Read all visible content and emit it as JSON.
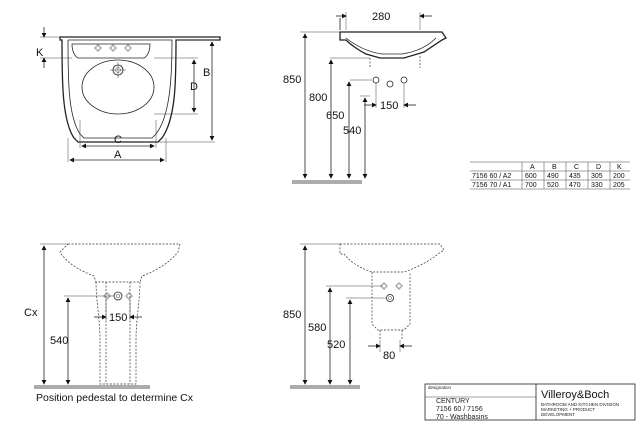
{
  "views": {
    "top": {
      "dims": {
        "k": "K",
        "b": "B",
        "d": "D",
        "c": "C",
        "a": "A"
      }
    },
    "side": {
      "dims": {
        "width_top": "280",
        "h1": "850",
        "h2": "800",
        "h3": "650",
        "h4": "540",
        "spacing": "150"
      }
    },
    "pedestal_front": {
      "dims": {
        "cx": "Cx",
        "h": "540",
        "spacing": "150"
      }
    },
    "pedestal_side": {
      "dims": {
        "h1": "850",
        "h2": "580",
        "h3": "520",
        "depth": "80"
      }
    }
  },
  "table": {
    "headers": [
      "",
      "A",
      "B",
      "C",
      "D",
      "K"
    ],
    "rows": [
      [
        "7156 60 / A2",
        "600",
        "490",
        "435",
        "305",
        "200"
      ],
      [
        "7156 70 / A1",
        "700",
        "520",
        "470",
        "330",
        "205"
      ]
    ]
  },
  "note": "Position pedestal to determine Cx",
  "title_block": {
    "designation_label": "designation",
    "product_name": "CENTURY",
    "product_codes": "7156 60 / 7156",
    "product_desc": "70 - Washbasins",
    "brand": "Villeroy&Boch",
    "brand_line1": "BATHROOM AND KITCHEN DIVISION",
    "brand_line2": "MARKETING + PRODUCT",
    "brand_line3": "DEVELOPMENT"
  }
}
